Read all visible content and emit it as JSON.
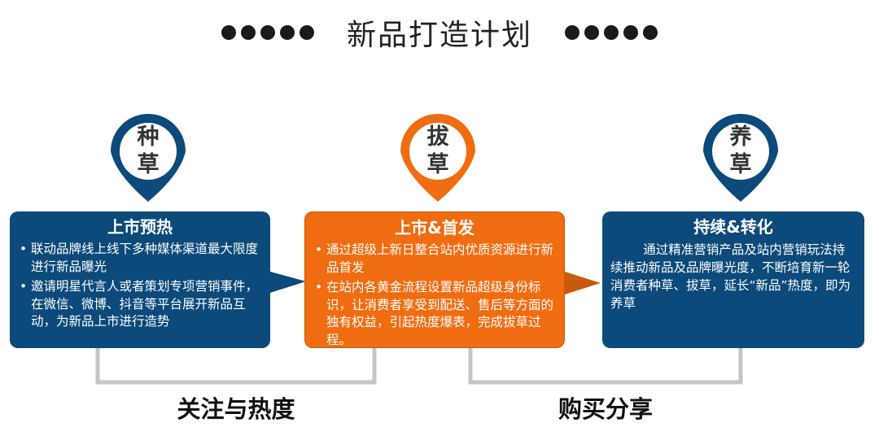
{
  "title": "新品打造计划",
  "colors": {
    "blue": "#0b4a7a",
    "orange": "#ef6c11",
    "gray": "#c4c4c4"
  },
  "stages": [
    {
      "pin_top": "种",
      "pin_bottom": "草",
      "color": "blue",
      "heading": "上市预热",
      "bullets": [
        "联动品牌线上线下多种媒体渠道最大限度进行新品曝光",
        "邀请明星代言人或者策划专项营销事件，在微信、微博、抖音等平台展开新品互动，为新品上市进行造势"
      ]
    },
    {
      "pin_top": "拔",
      "pin_bottom": "草",
      "color": "orange",
      "heading": "上市&首发",
      "bullets": [
        "通过超级上新日整合站内优质资源进行新品首发",
        "在站内各黄金流程设置新品超级身份标识，让消费者享受到配送、售后等方面的独有权益，引起热度爆表，完成拔草过程。"
      ]
    },
    {
      "pin_top": "养",
      "pin_bottom": "草",
      "color": "blue",
      "heading": "持续&转化",
      "paragraph": "通过精准营销产品及站内营销玩法持续推动新品及品牌曝光度，不断培育新一轮消费者种草、拔草，延长“新品”热度，即为养草"
    }
  ],
  "bottom_labels": [
    "关注与热度",
    "购买分享"
  ]
}
